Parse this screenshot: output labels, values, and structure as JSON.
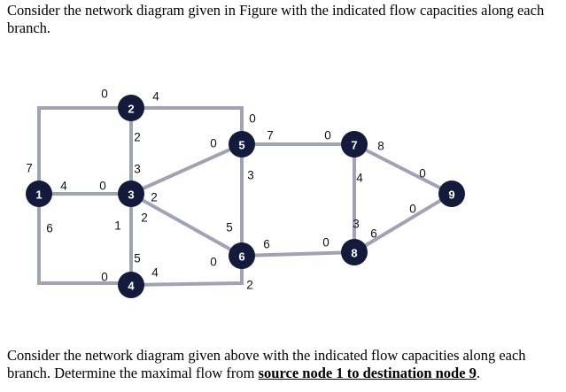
{
  "intro_text": "Consider the network diagram given in Figure with the indicated flow capacities along each branch.",
  "question": {
    "before": "Consider the network diagram given above with the indicated flow capacities along each branch. Determine the maximal flow from ",
    "emphasis": "source node 1 to destination node 9",
    "after": "."
  },
  "colors": {
    "node": "#141a3c",
    "edge": "#a0a3b4",
    "node_text": "#ffffff"
  },
  "nodes": [
    "1",
    "2",
    "3",
    "4",
    "5",
    "6",
    "7",
    "8",
    "9"
  ],
  "edges": [
    {
      "from": "1",
      "to": "2",
      "cap_from": "7",
      "cap_to": "0"
    },
    {
      "from": "1",
      "to": "3",
      "cap_from": "4",
      "cap_to": "0"
    },
    {
      "from": "1",
      "to": "4",
      "cap_from": "6",
      "cap_to": "0"
    },
    {
      "from": "2",
      "to": "3",
      "cap_from": "2",
      "cap_to": "3"
    },
    {
      "from": "2",
      "to": "5",
      "cap_from": "4",
      "cap_to": "0"
    },
    {
      "from": "3",
      "to": "4",
      "cap_from": "1",
      "cap_to": "5"
    },
    {
      "from": "3",
      "to": "5",
      "cap_from": "2",
      "cap_to": "0"
    },
    {
      "from": "3",
      "to": "6",
      "cap_from": "2",
      "cap_to": "0"
    },
    {
      "from": "4",
      "to": "6",
      "cap_from": "4",
      "cap_to": "2"
    },
    {
      "from": "5",
      "to": "6",
      "cap_from": "3",
      "cap_to": "5"
    },
    {
      "from": "5",
      "to": "7",
      "cap_from": "7",
      "cap_to": "0"
    },
    {
      "from": "6",
      "to": "8",
      "cap_from": "6",
      "cap_to": "0"
    },
    {
      "from": "7",
      "to": "8",
      "cap_from": "4",
      "cap_to": "3"
    },
    {
      "from": "7",
      "to": "9",
      "cap_from": "8",
      "cap_to": "0"
    },
    {
      "from": "8",
      "to": "9",
      "cap_from": "6",
      "cap_to": "0"
    }
  ]
}
